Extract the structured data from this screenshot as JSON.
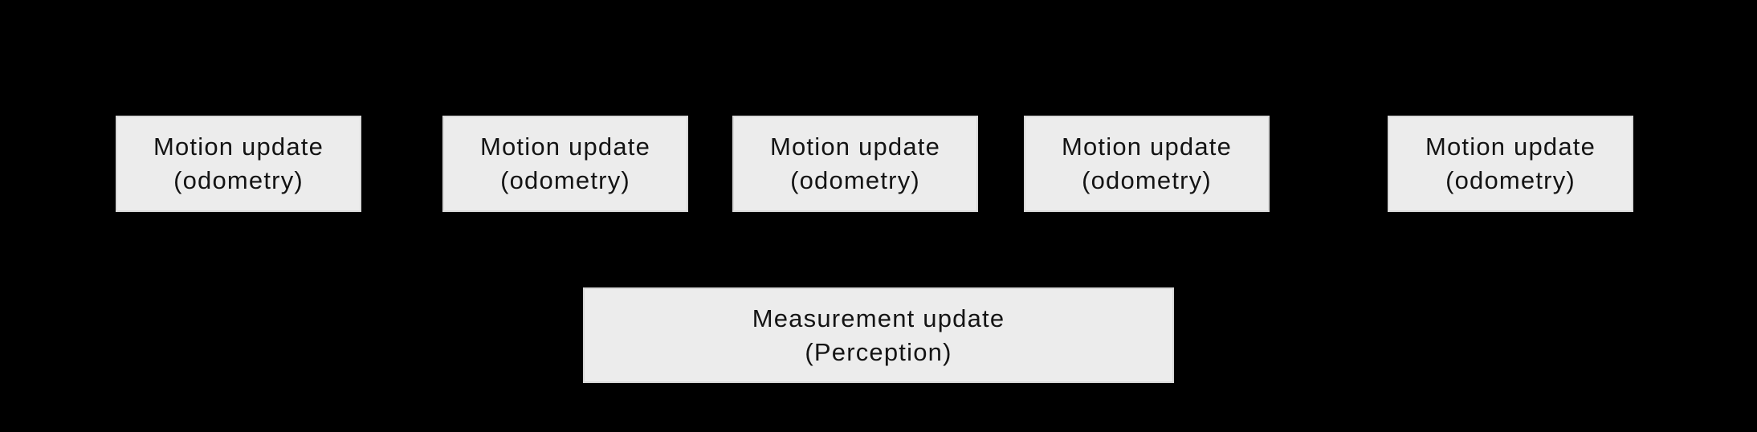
{
  "diagram": {
    "background_color": "#000000",
    "box_fill_color": "#ececec",
    "box_border_color": "#d9d9d9",
    "box_text_color": "#141414",
    "motion_boxes": [
      {
        "line1": "Motion update",
        "line2": "(odometry)"
      },
      {
        "line1": "Motion update",
        "line2": "(odometry)"
      },
      {
        "line1": "Motion update",
        "line2": "(odometry)"
      },
      {
        "line1": "Motion update",
        "line2": "(odometry)"
      },
      {
        "line1": "Motion update",
        "line2": "(odometry)"
      }
    ],
    "measurement_box": {
      "line1": "Measurement update",
      "line2": "(Perception)"
    }
  }
}
